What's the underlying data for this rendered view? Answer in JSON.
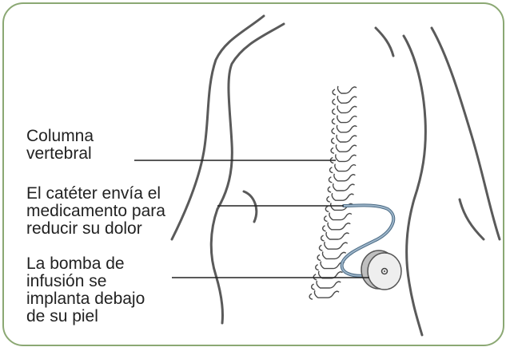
{
  "labels": {
    "spine": "Columna\nvertebral",
    "catheter": "El catéter envía el\nmedicamento para\nreducir su dolor",
    "pump": "La bomba de\ninfusión se\nimplanta debajo\nde su piel"
  },
  "colors": {
    "border": "#8ba873",
    "outline": "#555555",
    "catheter": "#6f8ea8",
    "text": "#222222"
  },
  "icons": {
    "pump": "infusion-pump-icon"
  }
}
